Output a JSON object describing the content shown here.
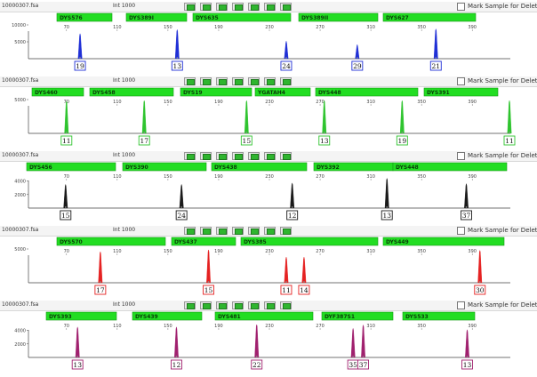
{
  "panels": [
    {
      "sample": "10000307.fsa",
      "int_label": "Int 1000",
      "mark_label": "Mark Sample for Deletion",
      "color": "#1f2fd6",
      "ymax": 10000,
      "y_ticks": [
        "10000",
        "5000"
      ],
      "x_ticks": [
        "70",
        "110",
        "150",
        "190",
        "230",
        "270",
        "310",
        "350",
        "390"
      ],
      "loci": [
        {
          "name": "DYS576",
          "x0": 64,
          "x1": 126
        },
        {
          "name": "DYS389I",
          "x0": 142,
          "x1": 210
        },
        {
          "name": "DYS635",
          "x0": 217,
          "x1": 327
        },
        {
          "name": "DYS389II",
          "x0": 336,
          "x1": 425
        },
        {
          "name": "DYS627",
          "x0": 431,
          "x1": 535
        }
      ],
      "peaks": [
        {
          "pos": 80.7,
          "height": 7400,
          "label": "19"
        },
        {
          "pos": 157.3,
          "height": 8600,
          "label": "13"
        },
        {
          "pos": 243.3,
          "height": 5200,
          "label": "24"
        },
        {
          "pos": 299.3,
          "height": 4200,
          "label": "29"
        },
        {
          "pos": 361.3,
          "height": 8800,
          "label": "21"
        }
      ]
    },
    {
      "sample": "10000307.fsa",
      "int_label": "Int 1000",
      "mark_label": "Mark Sample for Deletion",
      "color": "#2fc42f",
      "ymax": 5000,
      "y_ticks": [
        "5000"
      ],
      "x_ticks": [
        "70",
        "110",
        "150",
        "190",
        "230",
        "270",
        "310",
        "350",
        "390"
      ],
      "loci": [
        {
          "name": "DYS460",
          "x0": 36,
          "x1": 94
        },
        {
          "name": "DYS458",
          "x0": 101,
          "x1": 195
        },
        {
          "name": "DYS19",
          "x0": 203,
          "x1": 283
        },
        {
          "name": "YGATAH4",
          "x0": 287,
          "x1": 349
        },
        {
          "name": "DYS448",
          "x0": 355,
          "x1": 470
        },
        {
          "name": "DYS391",
          "x0": 477,
          "x1": 560
        }
      ],
      "peaks": [
        {
          "pos": 70.0,
          "height": 4800,
          "label": "11"
        },
        {
          "pos": 131.3,
          "height": 6400,
          "label": "17"
        },
        {
          "pos": 212.0,
          "height": 7500,
          "label": "15"
        },
        {
          "pos": 273.3,
          "height": 7500,
          "label": "13"
        },
        {
          "pos": 334.7,
          "height": 7600,
          "label": "19"
        },
        {
          "pos": 419.3,
          "height": 7400,
          "label": "11"
        }
      ]
    },
    {
      "sample": "10000307.fsa",
      "int_label": "Int 1000",
      "mark_label": "Mark Sample for Deletion",
      "color": "#1a1a1a",
      "ymax": 5000,
      "y_ticks": [
        "4000",
        "2000"
      ],
      "x_ticks": [
        "70",
        "110",
        "150",
        "190",
        "230",
        "270",
        "310",
        "350",
        "390"
      ],
      "loci": [
        {
          "name": "DYS456",
          "x0": 30,
          "x1": 130
        },
        {
          "name": "DYS390",
          "x0": 138,
          "x1": 232
        },
        {
          "name": "DYS438",
          "x0": 238,
          "x1": 345
        },
        {
          "name": "DYS392",
          "x0": 353,
          "x1": 442
        },
        {
          "name": "DYS448",
          "x0": 442,
          "x1": 570
        }
      ],
      "peaks": [
        {
          "pos": 69.3,
          "height": 3500,
          "label": "15"
        },
        {
          "pos": 160.7,
          "height": 3500,
          "label": "24"
        },
        {
          "pos": 248.0,
          "height": 3700,
          "label": "12"
        },
        {
          "pos": 322.7,
          "height": 4400,
          "label": "13"
        },
        {
          "pos": 385.3,
          "height": 3600,
          "label": "37"
        }
      ]
    },
    {
      "sample": "10000307.fsa",
      "int_label": "Int 1000",
      "mark_label": "Mark Sample for Deletion",
      "color": "#e52222",
      "ymax": 5000,
      "y_ticks": [
        "5000"
      ],
      "x_ticks": [
        "70",
        "110",
        "150",
        "190",
        "230",
        "270",
        "310",
        "350",
        "390"
      ],
      "loci": [
        {
          "name": "DYS570",
          "x0": 64,
          "x1": 186
        },
        {
          "name": "DYS437",
          "x0": 193,
          "x1": 265
        },
        {
          "name": "DYS385",
          "x0": 271,
          "x1": 425
        },
        {
          "name": "DYS449",
          "x0": 431,
          "x1": 567
        }
      ],
      "peaks": [
        {
          "pos": 96.7,
          "height": 4600,
          "label": "17"
        },
        {
          "pos": 182.0,
          "height": 6300,
          "label": "15"
        },
        {
          "pos": 243.3,
          "height": 3800,
          "label": "11"
        },
        {
          "pos": 257.3,
          "height": 3800,
          "label": "14"
        },
        {
          "pos": 396.0,
          "height": 4800,
          "label": "30"
        }
      ]
    },
    {
      "sample": "10000307.fsa",
      "int_label": "Int 1000",
      "mark_label": "Mark Sample for Deletion",
      "color": "#a0206e",
      "ymax": 5000,
      "y_ticks": [
        "4000",
        "2000"
      ],
      "x_ticks": [
        "70",
        "110",
        "150",
        "190",
        "230",
        "270",
        "310",
        "350",
        "390"
      ],
      "loci": [
        {
          "name": "DYS393",
          "x0": 52,
          "x1": 131
        },
        {
          "name": "DYS439",
          "x0": 149,
          "x1": 227
        },
        {
          "name": "DYS481",
          "x0": 242,
          "x1": 352
        },
        {
          "name": "DYF387S1",
          "x0": 362,
          "x1": 442
        },
        {
          "name": "DYS533",
          "x0": 453,
          "x1": 534
        }
      ],
      "peaks": [
        {
          "pos": 78.7,
          "height": 4500,
          "label": "13"
        },
        {
          "pos": 156.7,
          "height": 4500,
          "label": "12"
        },
        {
          "pos": 220.0,
          "height": 5100,
          "label": "22"
        },
        {
          "pos": 296.0,
          "height": 4300,
          "label": "35"
        },
        {
          "pos": 304.0,
          "height": 4800,
          "label": "37"
        },
        {
          "pos": 386.0,
          "height": 4100,
          "label": "13"
        }
      ]
    }
  ]
}
